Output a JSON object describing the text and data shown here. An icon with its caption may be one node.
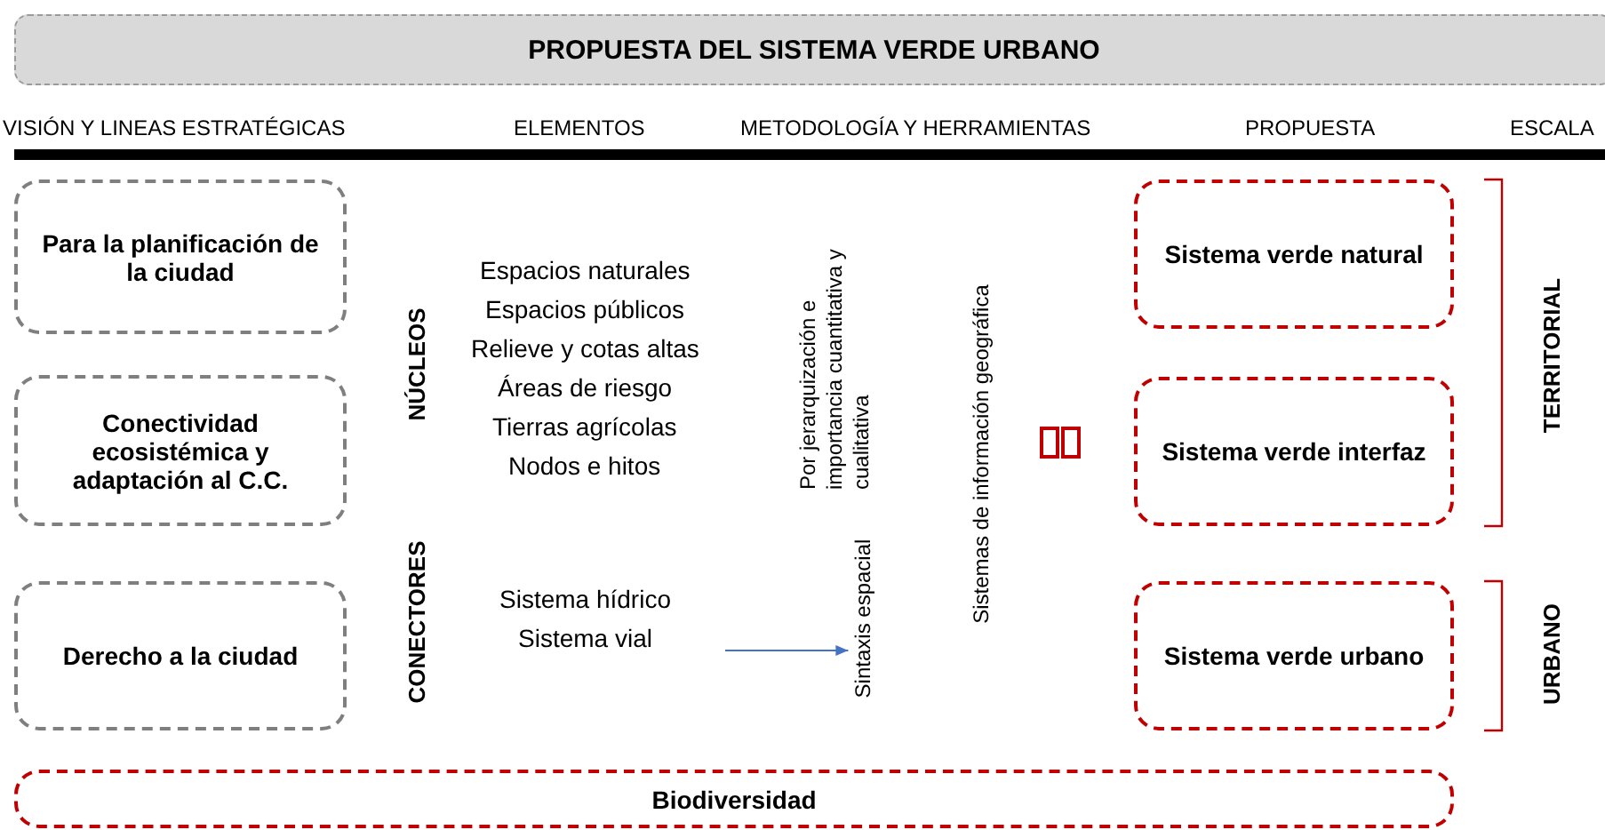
{
  "diagram": {
    "nodes": [
      {
        "text": [
          "PROPUESTA DEL SISTEMA VERDE URBANO"
        ]
      },
      {
        "text": [
          "Para la planificación de la ciudad"
        ]
      },
      {
        "text": [
          "Conectividad ecosistémica y adaptación al C.C."
        ]
      },
      {
        "text": [
          "Derecho a la ciudad"
        ]
      },
      {
        "text": [
          "Sistema verde natural"
        ]
      },
      {
        "text": [
          "Sistema verde interfaz"
        ]
      },
      {
        "text": [
          "Sistema verde urbano"
        ]
      },
      {
        "text": [
          "Biodiversidad"
        ]
      },
      {
        "text": [
          "Sintaxis espacial"
        ]
      }
    ],
    "edges": [
      {
        "from": null,
        "to": 8,
        "arrow": "to"
      }
    ],
    "labels": [
      "VISIÓN Y LINEAS ESTRATÉGICAS",
      "ELEMENTOS",
      "METODOLOGÍA Y HERRAMIENTAS",
      "PROPUESTA",
      "ESCALA",
      "NÚCLEOS",
      "Espacios naturales",
      "Espacios públicos",
      "Relieve y cotas altas",
      "Áreas de riesgo",
      "Tierras agrícolas",
      "Nodos e hitos",
      "Por jerarquización e importancia cuantitativa y cualitativa",
      "Sistemas de información geográfica",
      "TERRITORIAL",
      "CONECTORES",
      "Sistema hídrico",
      "Sistema vial",
      "URBANO"
    ]
  }
}
